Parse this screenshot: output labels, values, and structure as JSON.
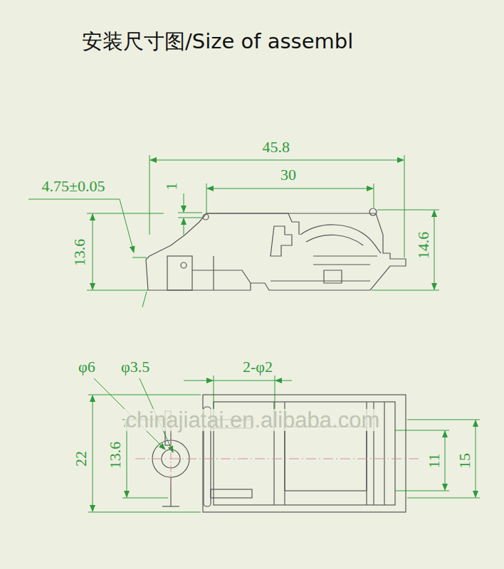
{
  "diagram": {
    "title": "安装尺寸图/Size of assembl",
    "labels": [
      "45.8",
      "30",
      "4.75±0.05",
      "1",
      "13.6",
      "14.6",
      "φ6",
      "φ3.5",
      "2-φ2",
      "chinajiatai.en.alibaba.com",
      "22",
      "13.6",
      "11",
      "15"
    ]
  }
}
